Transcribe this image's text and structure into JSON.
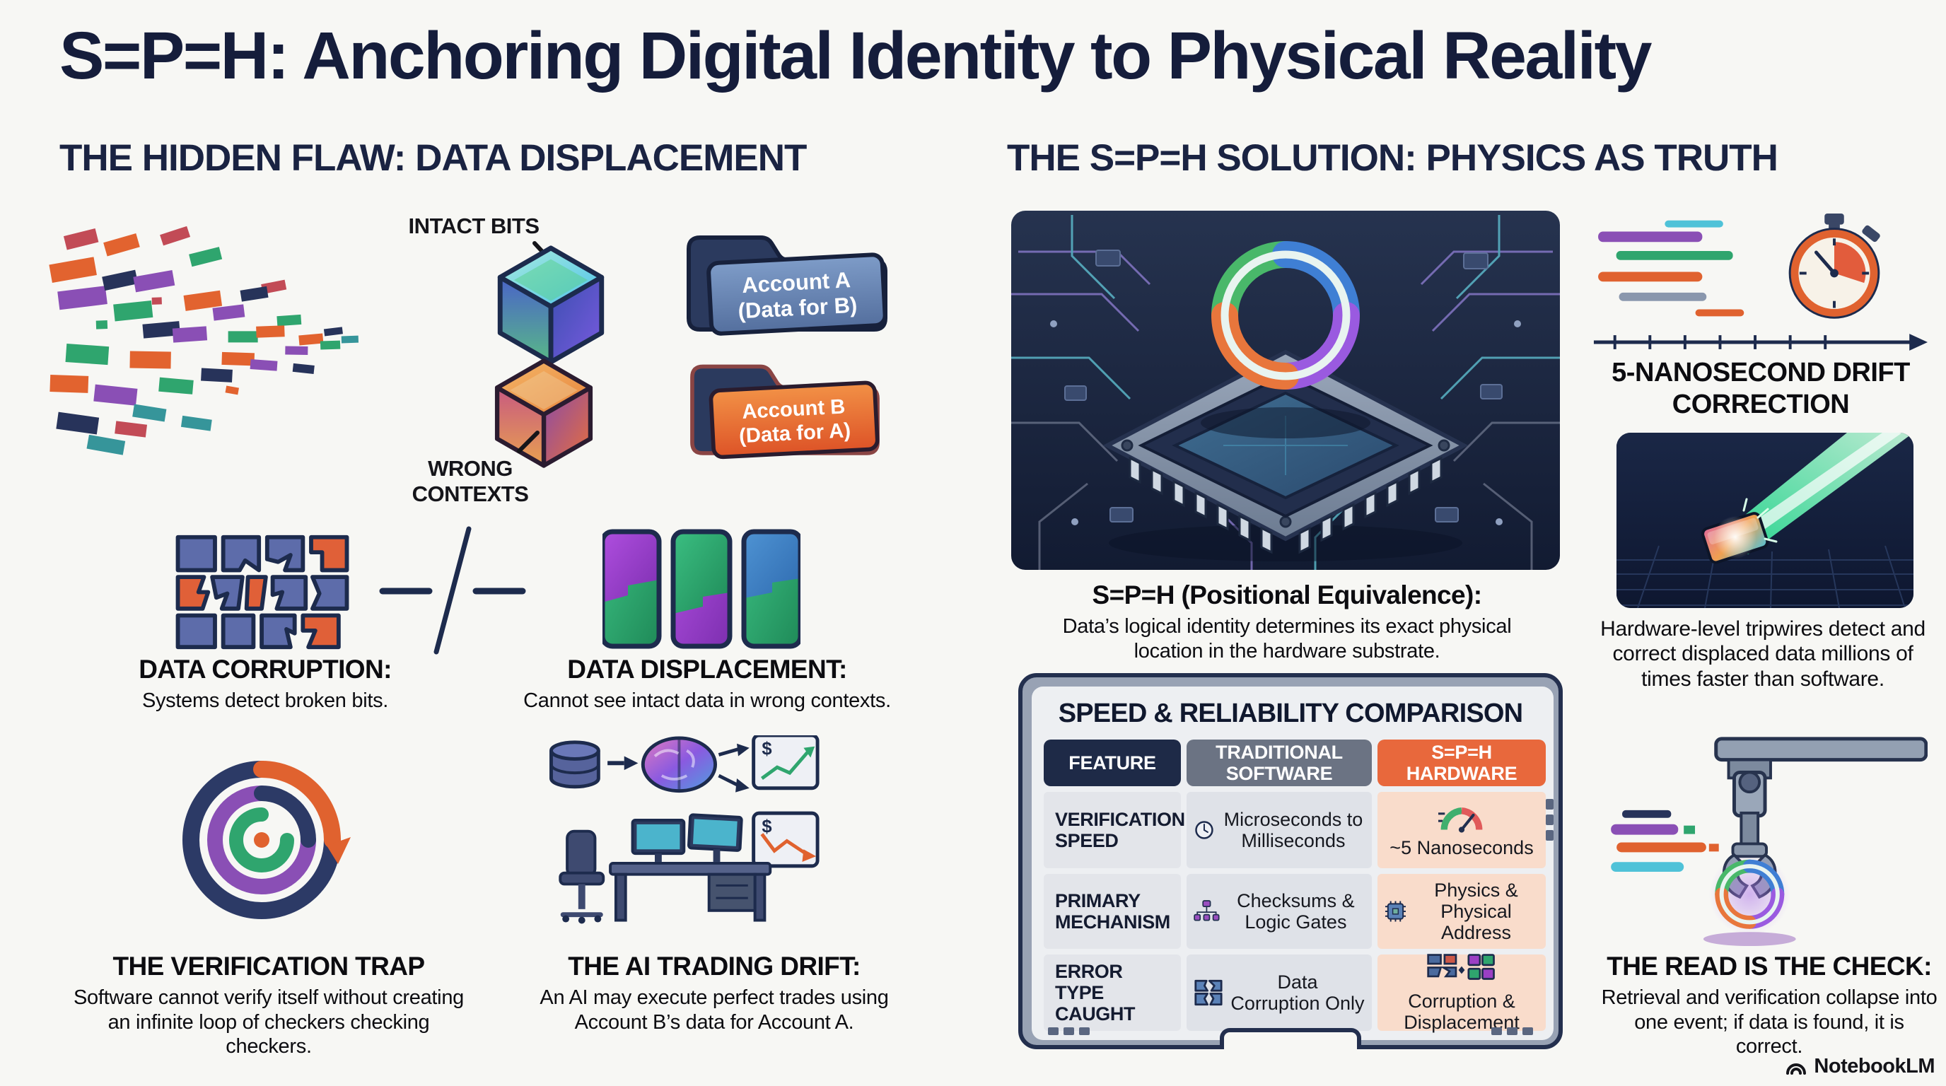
{
  "title": "S=P=H: Anchoring Digital Identity to Physical Reality",
  "watermark": "NotebookLM",
  "colors": {
    "navy": "#1a2240",
    "text": "#0c0c10",
    "accent_orange": "#e8683c",
    "slate_blue": "#5d6caa",
    "purple": "#9b3fc4",
    "green": "#2fa56e",
    "blue": "#3f7fc4",
    "panel_navy": "#1c2742",
    "table_frame_gray": "#98a2b4",
    "table_header_gray": "#6b7383",
    "sph_cell_orange": "#f9dccb"
  },
  "flaw": {
    "header": "THE HIDDEN FLAW: DATA DISPLACEMENT",
    "intact_bits_label": "INTACT BITS",
    "wrong_contexts_label": "WRONG CONTEXTS",
    "folder_a": {
      "name": "Account A",
      "note": "(Data for B)"
    },
    "folder_b": {
      "name": "Account B",
      "note": "(Data for A)"
    },
    "corruption": {
      "title": "DATA CORRUPTION:",
      "body": "Systems detect broken bits."
    },
    "displacement": {
      "title": "DATA DISPLACEMENT:",
      "body": "Cannot see intact data in wrong contexts."
    },
    "verification_trap": {
      "title": "THE VERIFICATION TRAP",
      "body": "Software cannot verify itself without creating an infinite loop of checkers checking checkers."
    },
    "ai_drift": {
      "title": "THE AI TRADING DRIFT:",
      "body": "An AI may execute perfect trades using Account B’s data for Account A."
    }
  },
  "solution": {
    "header": "THE S=P=H SOLUTION: PHYSICS AS TRUTH",
    "equivalence": {
      "title": "S=P=H (Positional Equivalence):",
      "body": "Data’s logical identity determines its exact physical location in the hardware substrate."
    },
    "comparison_table": {
      "title": "SPEED & RELIABILITY COMPARISON",
      "columns": [
        "FEATURE",
        "TRADITIONAL SOFTWARE",
        "S=P=H HARDWARE"
      ],
      "rows": [
        {
          "feature": "VERIFICATION SPEED",
          "traditional": "Microseconds to Milliseconds",
          "traditional_icon": "clock-icon",
          "sph": "~5 Nanoseconds",
          "sph_icon": "gauge-icon"
        },
        {
          "feature": "PRIMARY MECHANISM",
          "traditional": "Checksums & Logic Gates",
          "traditional_icon": "hierarchy-icon",
          "sph": "Physics & Physical Address",
          "sph_icon": "chip-icon"
        },
        {
          "feature": "ERROR TYPE CAUGHT",
          "traditional": "Data Corruption Only",
          "traditional_icon": "broken-blocks-icon",
          "sph": "Corruption & Displacement",
          "sph_icon": "corruption-displacement-icon"
        }
      ]
    },
    "drift_label": "5-NANOSECOND DRIFT CORRECTION",
    "tripwires_caption": "Hardware-level tripwires detect and correct displaced data millions of times faster than software.",
    "read_check": {
      "title": "THE READ IS THE CHECK:",
      "body": "Retrieval and verification collapse into one event; if data is found, it is correct."
    }
  }
}
